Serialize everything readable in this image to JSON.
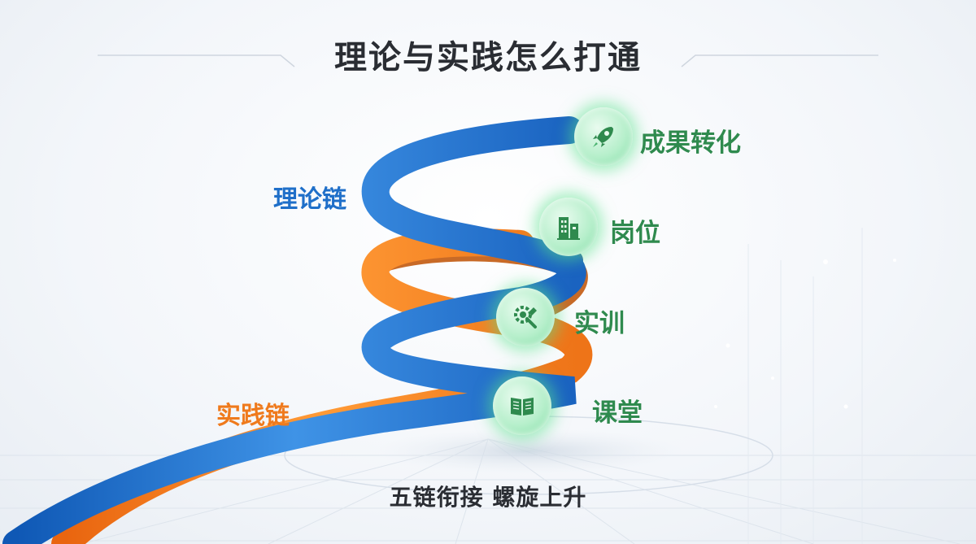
{
  "title": "理论与实践怎么打通",
  "chains": {
    "theory": "理论链",
    "practice": "实践链"
  },
  "nodes": [
    {
      "label": "成果转化",
      "icon": "rocket-icon"
    },
    {
      "label": "岗位",
      "icon": "building-icon"
    },
    {
      "label": "实训",
      "icon": "gear-wrench-icon"
    },
    {
      "label": "课堂",
      "icon": "book-icon"
    }
  ],
  "subtitle": "五链衔接 螺旋上升",
  "colors": {
    "theory": "#1f6fc9",
    "practice": "#ef7a1c",
    "node": "#2f8a4e"
  }
}
